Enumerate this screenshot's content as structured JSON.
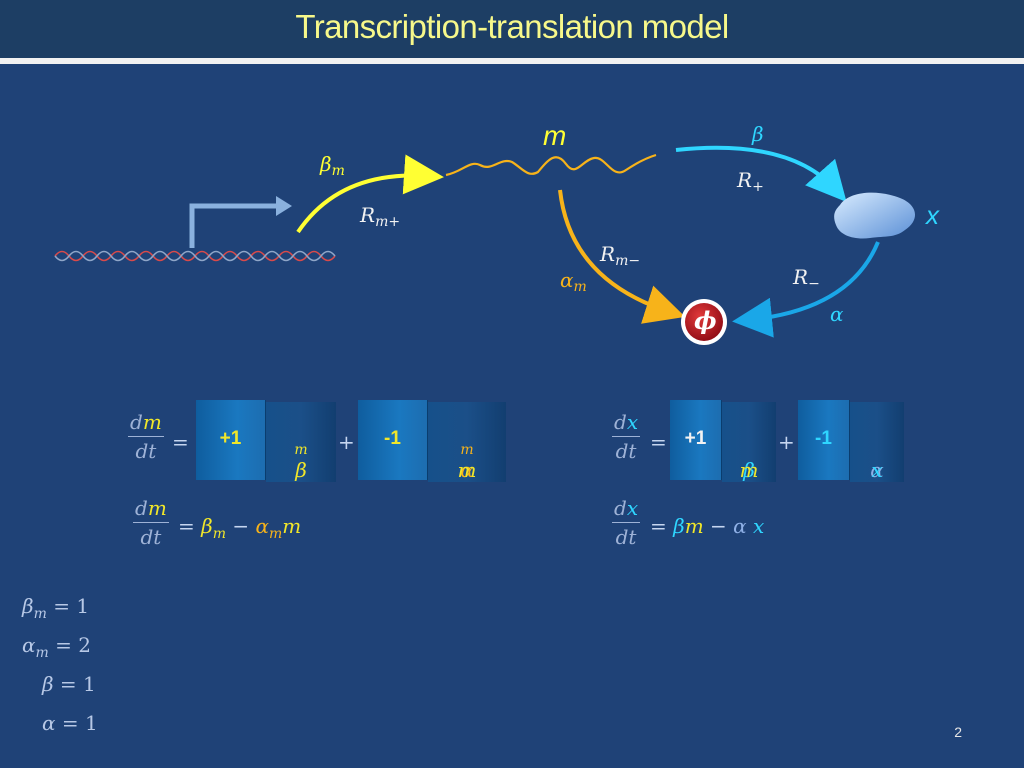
{
  "slide": {
    "title": "Transcription-translation model",
    "page_number": "2"
  },
  "diagram": {
    "mrna_label": "m",
    "protein_label": "x",
    "degradation_symbol": "ϕ",
    "rates": {
      "beta_m": "β",
      "beta_m_sub": "m",
      "R_m_plus": "R",
      "R_m_plus_sub": "m+",
      "beta": "β",
      "R_plus": "R",
      "R_plus_sub": "+",
      "R_m_minus": "R",
      "R_m_minus_sub": "m−",
      "alpha_m": "α",
      "alpha_m_sub": "m",
      "R_minus": "R",
      "R_minus_sub": "−",
      "alpha": "α"
    }
  },
  "equations": {
    "left": {
      "dnum_d": "d",
      "dnum_var": "m",
      "dden": "dt",
      "equals": "=",
      "plus": "+",
      "coef_pos": "+1",
      "rate_pos_sym": "β",
      "rate_pos_sub": "m",
      "coef_neg": "-1",
      "rate_neg_sym": "α",
      "rate_neg_sub": "m",
      "rate_neg_var": "m",
      "simplified": "= βm − αm m"
    },
    "right": {
      "dnum_d": "d",
      "dnum_var": "x",
      "dden": "dt",
      "equals": "=",
      "plus": "+",
      "coef_pos": "+1",
      "rate_pos_sym": "β",
      "rate_pos_var": "m",
      "coef_neg": "-1",
      "rate_neg_sym": "α",
      "rate_neg_var": "x",
      "minus": "−"
    }
  },
  "parameters": [
    {
      "symbol": "β",
      "sub": "m",
      "value": "= 1"
    },
    {
      "symbol": "α",
      "sub": "m",
      "value": "= 2"
    },
    {
      "symbol": "β",
      "sub": "",
      "value": "= 1"
    },
    {
      "symbol": "α",
      "sub": "",
      "value": "= 1"
    }
  ],
  "colors": {
    "background": "#1f4277",
    "title": "#f7f88a",
    "production_arrow": "#ffff33",
    "mrna_arrow": "#f7b31a",
    "translation_arrow": "#2fd6ff",
    "protein_decay_arrow": "#1aa7e8",
    "degradation": "#c8102e"
  }
}
